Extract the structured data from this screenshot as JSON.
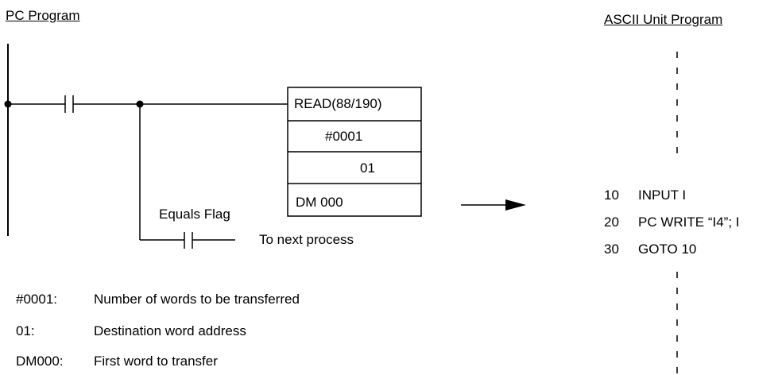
{
  "titles": {
    "pc_program": "PC Program",
    "ascii_program": "ASCII Unit Program"
  },
  "ladder": {
    "instruction_rows": [
      "READ(88/190)",
      "#0001",
      "01",
      "DM 000"
    ],
    "equals_flag_label": "Equals Flag",
    "next_process_label": "To next process"
  },
  "legend": [
    {
      "key": "#0001:",
      "desc": "Number of words to be transferred"
    },
    {
      "key": "01:",
      "desc": "Destination word address"
    },
    {
      "key": "DM000:",
      "desc": "First word to transfer"
    }
  ],
  "basic_lines": [
    {
      "num": "10",
      "code": "INPUT I"
    },
    {
      "num": "20",
      "code": "PC WRITE “I4”; I"
    },
    {
      "num": "30",
      "code": "GOTO 10"
    }
  ]
}
